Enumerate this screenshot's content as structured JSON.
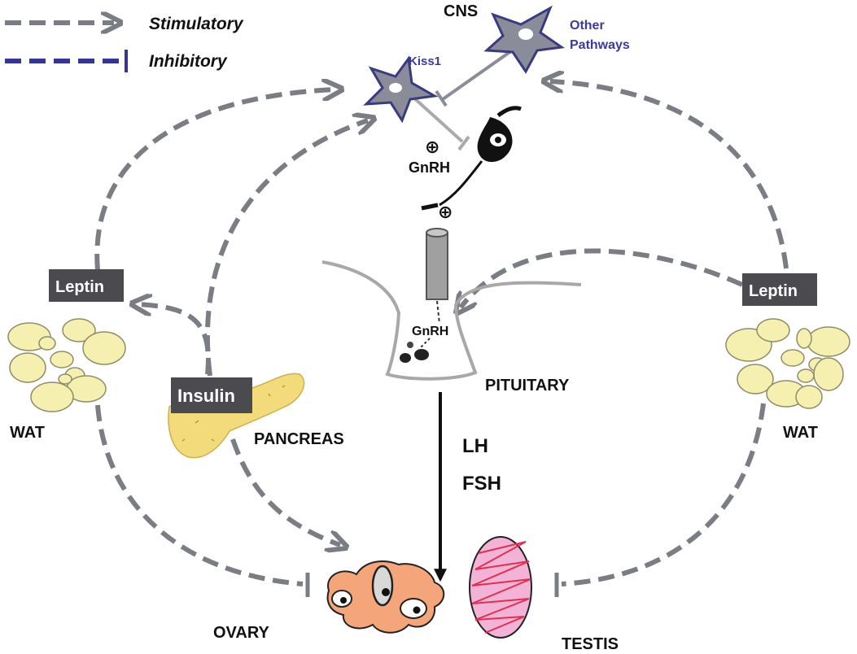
{
  "legend": {
    "stimulatory": "Stimulatory",
    "inhibitory": "Inhibitory"
  },
  "labels": {
    "cns": "CNS",
    "other_pathways_line1": "Other",
    "other_pathways_line2": "Pathways",
    "kiss1": "Kiss1",
    "plus_top": "⊕",
    "gnrh_top": "GnRH",
    "plus_mid": "⊕",
    "gnrh_pituitary": "GnRH",
    "pituitary": "PITUITARY",
    "lh": "LH",
    "fsh": "FSH",
    "leptin_left": "Leptin",
    "leptin_right": "Leptin",
    "wat_left": "WAT",
    "wat_right": "WAT",
    "insulin": "Insulin",
    "pancreas": "PANCREAS",
    "ovary": "OVARY",
    "testis": "TESTIS"
  },
  "colors": {
    "stimulatory_arrow": "#7a7d83",
    "inhibitory_arrow": "#34349a",
    "label_box": "#4a4a4f",
    "fat_cells": "#f5f0b0",
    "neuron_fill": "#8a8c99",
    "neuron_outline": "#3a3a80",
    "ovary": "#f5a57a",
    "testis_fill": "#f3b3d6",
    "testis_line": "#e03050",
    "pancreas": "#f3da7a"
  }
}
